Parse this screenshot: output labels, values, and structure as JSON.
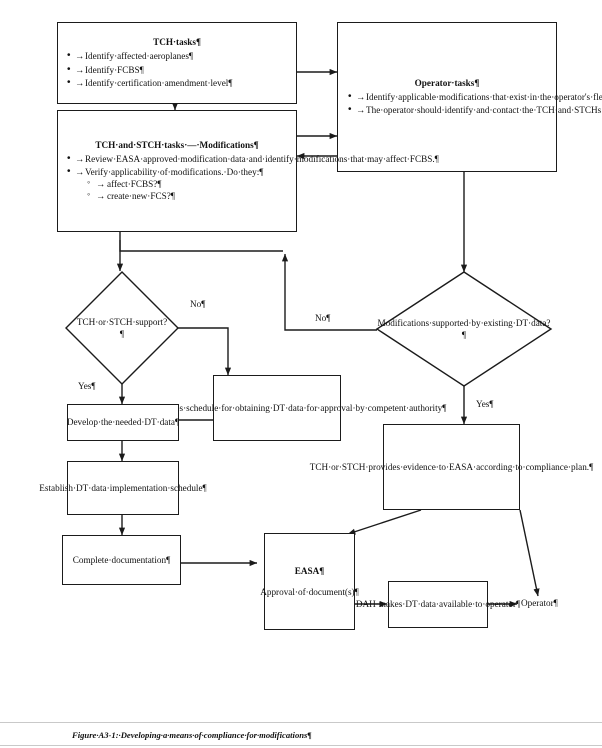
{
  "figure": {
    "caption": "Figure·A3-1:·Developing·a·means·of·compliance·for·modifications¶"
  },
  "nodes": {
    "tch_tasks": {
      "title": "TCH·tasks¶",
      "bullets": [
        "Identify·affected·aeroplanes¶",
        "Identify·FCBS¶",
        "Identify·certification·amendment·level¶"
      ]
    },
    "operator_tasks": {
      "title": "Operator·tasks¶",
      "bullets": [
        "Identify·applicable·modifications·that·exist·in·the·operator's·fleet·that·have·been·embodied·in·or·affect·FCBS.¶",
        "The·operator·should·identify·and·contact·the·TCH·and·STCHs·for·applicable·modifications·and·request·DT·data·for·the·modifications,·unless·it·is·already·available.¶"
      ]
    },
    "tch_stch_modifications": {
      "title": "TCH·and·STCH·tasks·—·Modifications¶",
      "bullets": [
        "Review·EASA·approved·modification·data·and·identify·modifications·that·may·affect·FCBS.¶",
        "Verify·applicability·of·modifications.·Do·they:¶"
      ],
      "sub_bullets": [
        "affect·FCBS?¶",
        "create·new·FCS?¶"
      ]
    },
    "decision_support": {
      "text": "TCH·or·STCH·support?¶"
    },
    "decision_dtdata": {
      "text": "Modifications·supported·by·existing·DT·data?¶"
    },
    "operator_schedule": {
      "text": "Operator·establishes·schedule·for·obtaining·DT·data·for·approval·by·competent·authority¶"
    },
    "develop_dt_data": {
      "text": "Develop·the·needed·DT·data¶"
    },
    "establish_schedule": {
      "text": "Establish·DT·data·implementation·schedule¶"
    },
    "complete_documentation": {
      "text": "Complete·documentation¶"
    },
    "evidence_easa": {
      "text": "TCH·or·STCH·provides·evidence·to·EASA·according·to·compliance·plan.¶"
    },
    "easa": {
      "title": "EASA¶",
      "text": "Approval·of·document(s)¶"
    },
    "dah_makes_data": {
      "text": "DAH·makes·DT·data·available·to·operator¶"
    },
    "operator_endpoint": {
      "text": "Operator¶"
    }
  },
  "edge_labels": {
    "support_no": "No¶",
    "support_yes": "Yes¶",
    "dtdata_no": "No¶",
    "dtdata_yes": "Yes¶"
  },
  "colors": {
    "stroke": "#1b1b1b",
    "text": "#111111",
    "background": "#ffffff"
  }
}
